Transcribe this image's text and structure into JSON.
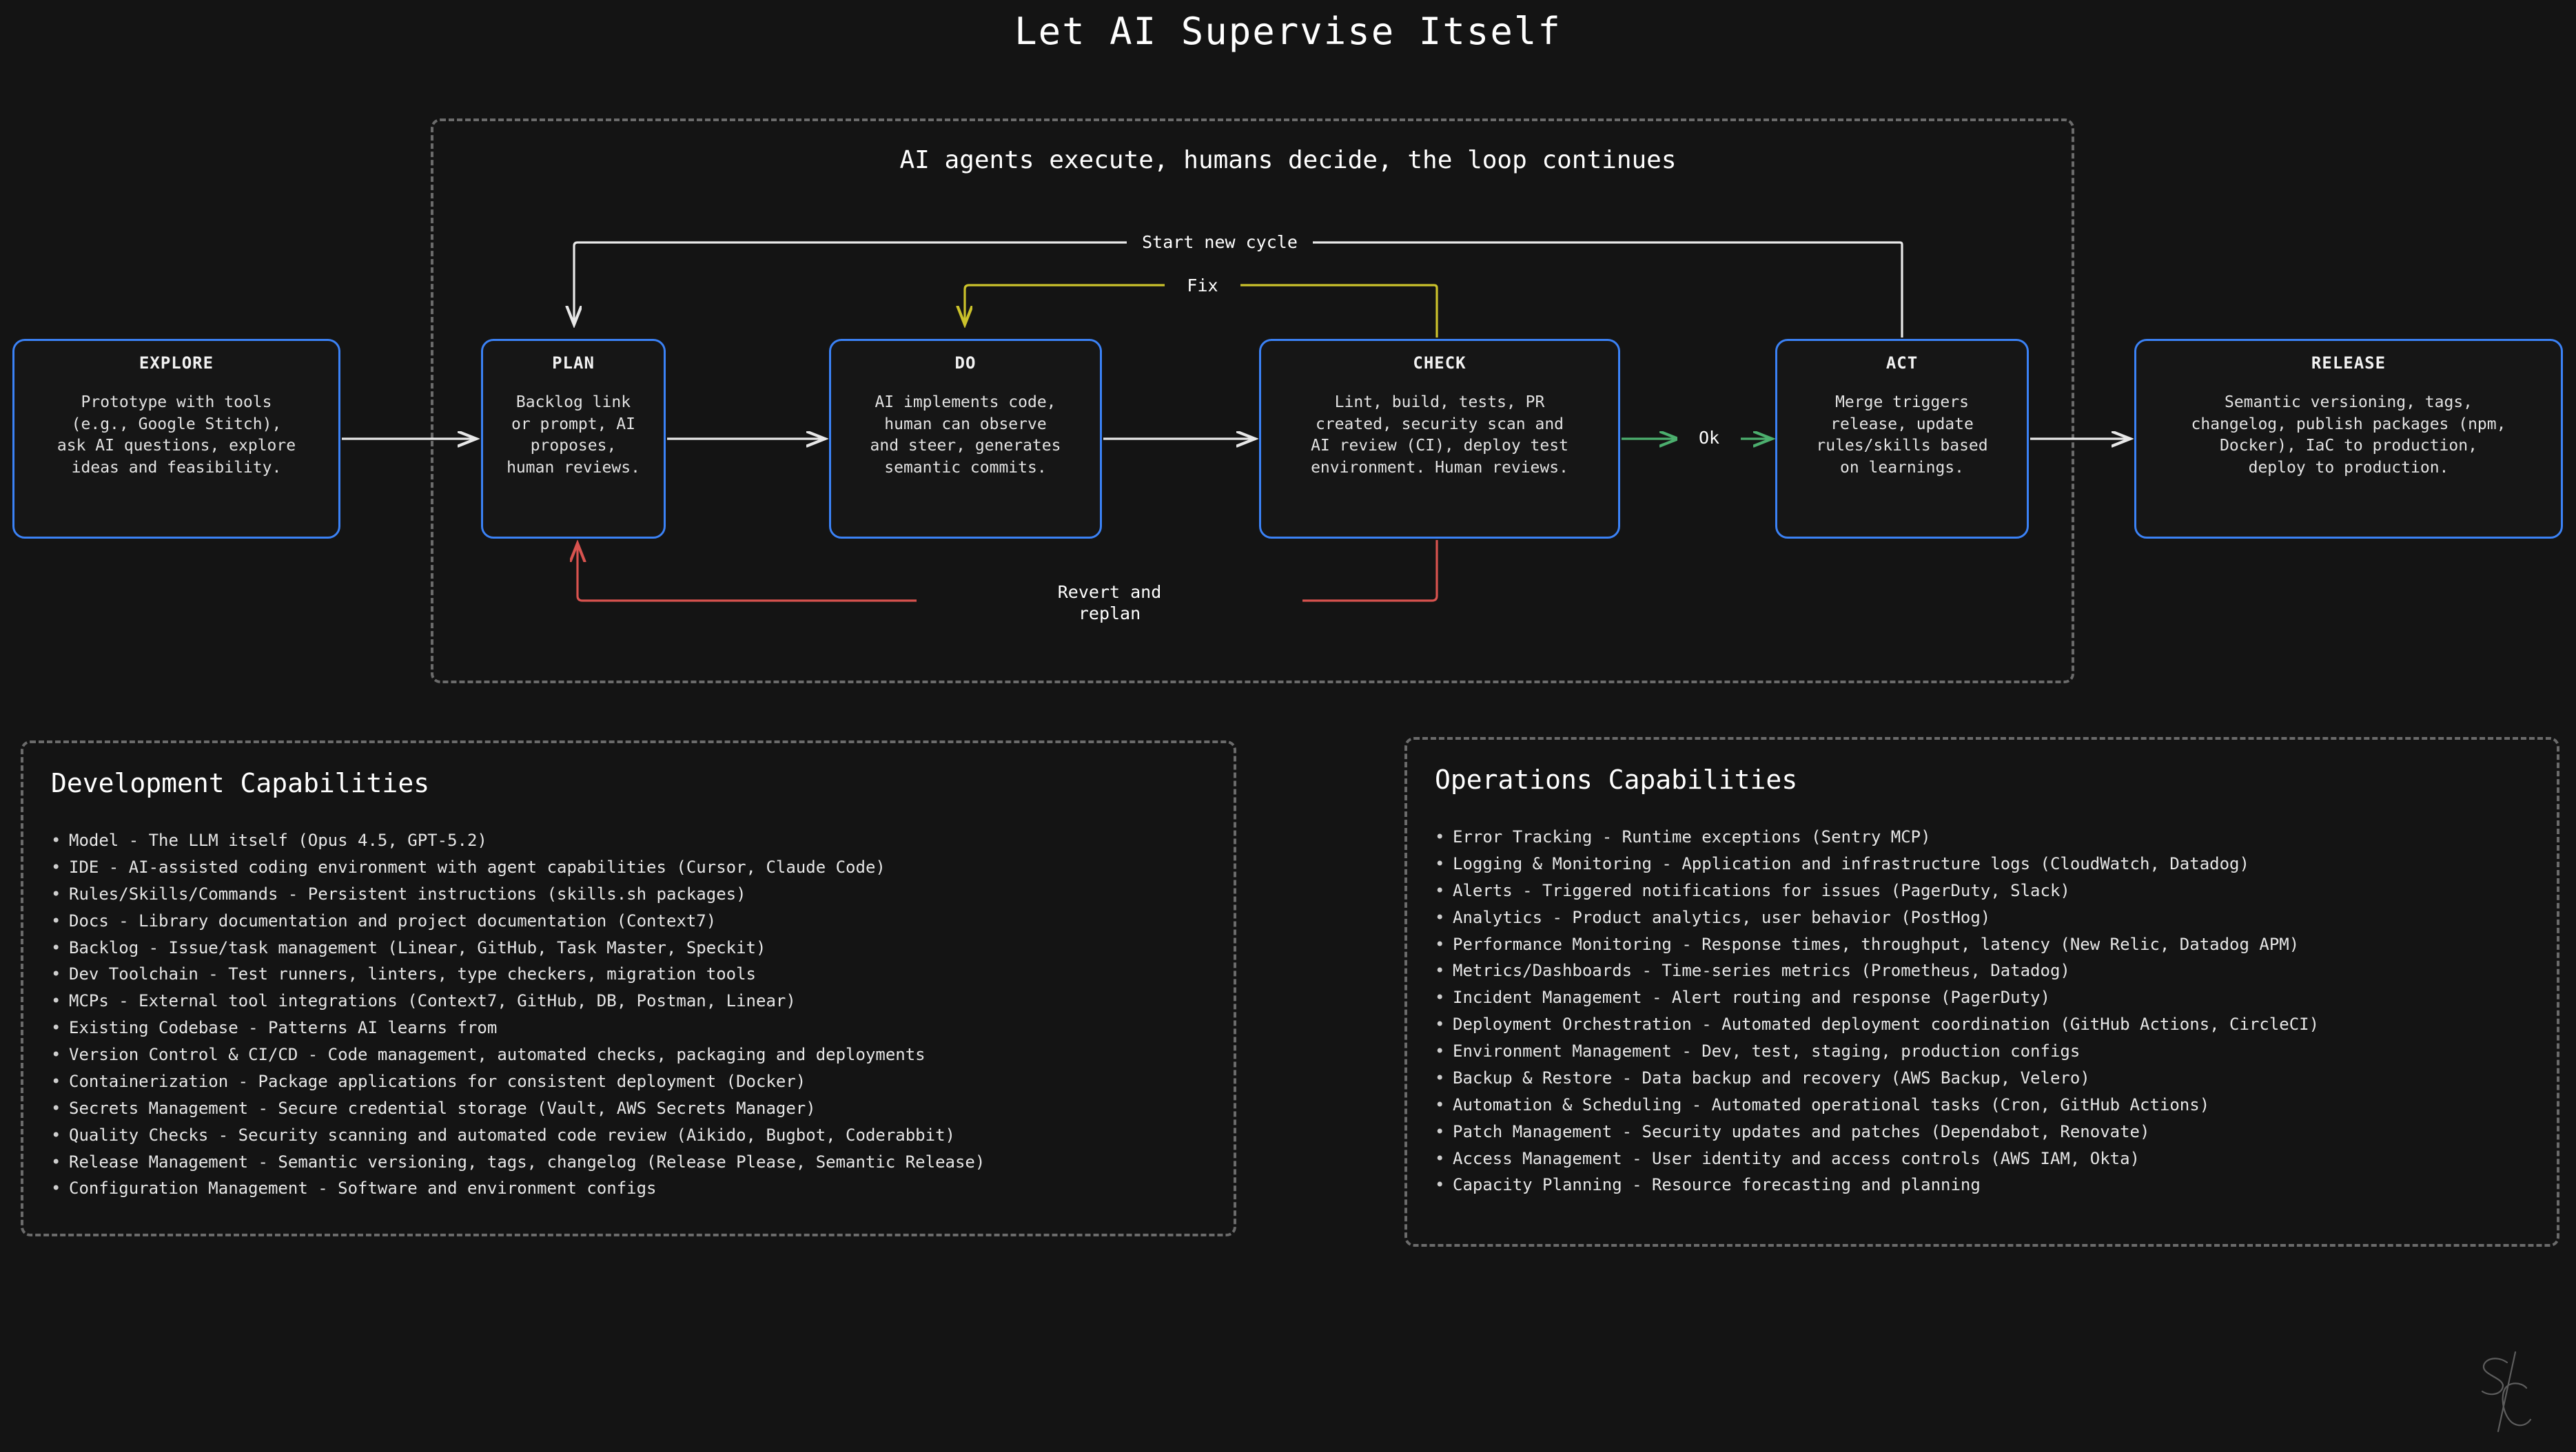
{
  "title": "Let AI Supervise Itself",
  "loop": {
    "subtitle": "AI agents execute, humans decide, the loop continues",
    "stages": [
      {
        "name": "EXPLORE",
        "desc": "Prototype with tools\n(e.g., Google Stitch),\nask AI questions, explore\nideas and feasibility."
      },
      {
        "name": "PLAN",
        "desc": "Backlog link\nor prompt, AI\nproposes,\nhuman reviews."
      },
      {
        "name": "DO",
        "desc": "AI implements code,\nhuman can observe\nand steer, generates\nsemantic commits."
      },
      {
        "name": "CHECK",
        "desc": "Lint, build, tests, PR\ncreated, security scan and\nAI review (CI), deploy test\nenvironment. Human reviews."
      },
      {
        "name": "ACT",
        "desc": "Merge triggers\nrelease, update\nrules/skills based\non learnings."
      },
      {
        "name": "RELEASE",
        "desc": "Semantic versioning, tags,\nchangelog, publish packages (npm,\nDocker), IaC to production,\ndeploy to production."
      }
    ],
    "edges": {
      "start_new_cycle": "Start new cycle",
      "fix": "Fix",
      "ok": "Ok",
      "revert_and_replan": "Revert and\nreplan"
    },
    "colors": {
      "stage_border": "#3b82f6",
      "panel_border": "#6b6b6b",
      "flow_arrow": "#e8e8e8",
      "fix_arrow": "#cbc22b",
      "ok_arrow": "#4caf6e",
      "revert_arrow": "#d9534f",
      "background": "#141414"
    }
  },
  "development": {
    "heading": "Development Capabilities",
    "items": [
      "Model - The LLM itself (Opus 4.5, GPT-5.2)",
      "IDE - AI-assisted coding environment with agent capabilities (Cursor, Claude Code)",
      "Rules/Skills/Commands - Persistent instructions (skills.sh packages)",
      "Docs - Library documentation and project documentation (Context7)",
      "Backlog - Issue/task management (Linear, GitHub, Task Master, Speckit)",
      "Dev Toolchain - Test runners, linters, type checkers, migration tools",
      "MCPs - External tool integrations (Context7, GitHub, DB, Postman, Linear)",
      "Existing Codebase - Patterns AI learns from",
      "Version Control & CI/CD - Code management, automated checks, packaging and deployments",
      "Containerization - Package applications for consistent deployment (Docker)",
      "Secrets Management - Secure credential storage (Vault, AWS Secrets Manager)",
      "Quality Checks - Security scanning and automated code review (Aikido, Bugbot, Coderabbit)",
      "Release Management - Semantic versioning, tags, changelog (Release Please, Semantic Release)",
      "Configuration Management - Software and environment configs"
    ]
  },
  "operations": {
    "heading": "Operations Capabilities",
    "items": [
      "Error Tracking - Runtime exceptions (Sentry MCP)",
      "Logging & Monitoring - Application and infrastructure logs (CloudWatch, Datadog)",
      "Alerts - Triggered notifications for issues (PagerDuty, Slack)",
      "Analytics - Product analytics, user behavior (PostHog)",
      "Performance Monitoring - Response times, throughput, latency (New Relic, Datadog APM)",
      "Metrics/Dashboards - Time-series metrics (Prometheus, Datadog)",
      "Incident Management - Alert routing and response (PagerDuty)",
      "Deployment Orchestration - Automated deployment coordination (GitHub Actions, CircleCI)",
      "Environment Management - Dev, test, staging, production configs",
      "Backup & Restore - Data backup and recovery (AWS Backup, Velero)",
      "Automation & Scheduling - Automated operational tasks (Cron, GitHub Actions)",
      "Patch Management - Security updates and patches (Dependabot, Renovate)",
      "Access Management - User identity and access controls (AWS IAM, Okta)",
      "Capacity Planning - Resource forecasting and planning"
    ]
  },
  "signature": {
    "monogram": "SC"
  }
}
